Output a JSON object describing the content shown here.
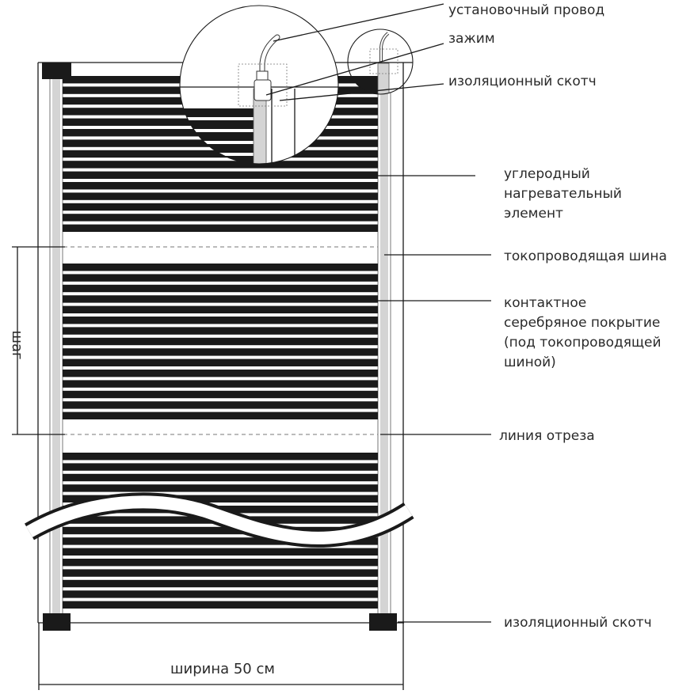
{
  "title": "Схема инфракрасной плёнки",
  "labels": {
    "wire": "установочный провод",
    "clamp": "зажим",
    "tape_top": "изоляционный скотч",
    "carbon": [
      "углеродный",
      "нагревательный",
      "элемент"
    ],
    "bus": "токопроводящая шина",
    "silver": [
      "контактное",
      "серебряное покрытие",
      "(под токопроводящей",
      "шиной)"
    ],
    "cut_line": "линия отреза",
    "tape_bottom": "изоляционный скотч",
    "step": "шаг",
    "width": "ширина 50 см"
  },
  "colors": {
    "stripe": "#1a1a1a",
    "bus": "#d4d4d4",
    "line": "#1a1a1a"
  }
}
